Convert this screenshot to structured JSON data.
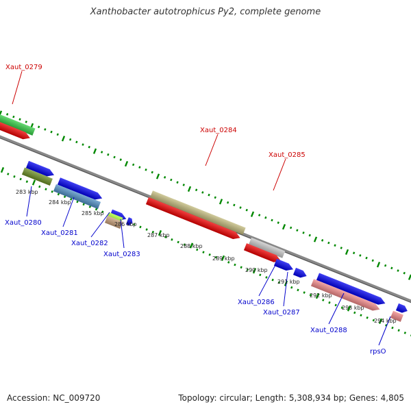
{
  "title": "Xanthobacter autotrophicus Py2, complete genome",
  "footer": {
    "accession": "Accession: NC_009720",
    "summary": "Topology: circular; Length: 5,308,934 bp; Genes: 4,805"
  },
  "colors": {
    "forward_label": "#cc0000",
    "reverse_label": "#0000cc",
    "tick": "#008800",
    "backbone": "#888888"
  },
  "top_labels": [
    "Xaut_0279",
    "Xaut_0284",
    "Xaut_0285"
  ],
  "bottom_labels": [
    "Xaut_0280",
    "Xaut_0281",
    "Xaut_0282",
    "Xaut_0283",
    "Xaut_0286",
    "Xaut_0287",
    "Xaut_0288",
    "rpsO"
  ],
  "kbp_labels": [
    "283 kbp",
    "284 kbp",
    "285 kbp",
    "286 kbp",
    "287 kbp",
    "288 kbp",
    "289 kbp",
    "290 kbp",
    "291 kbp",
    "292 kbp",
    "293 kbp",
    "294 kbp"
  ]
}
